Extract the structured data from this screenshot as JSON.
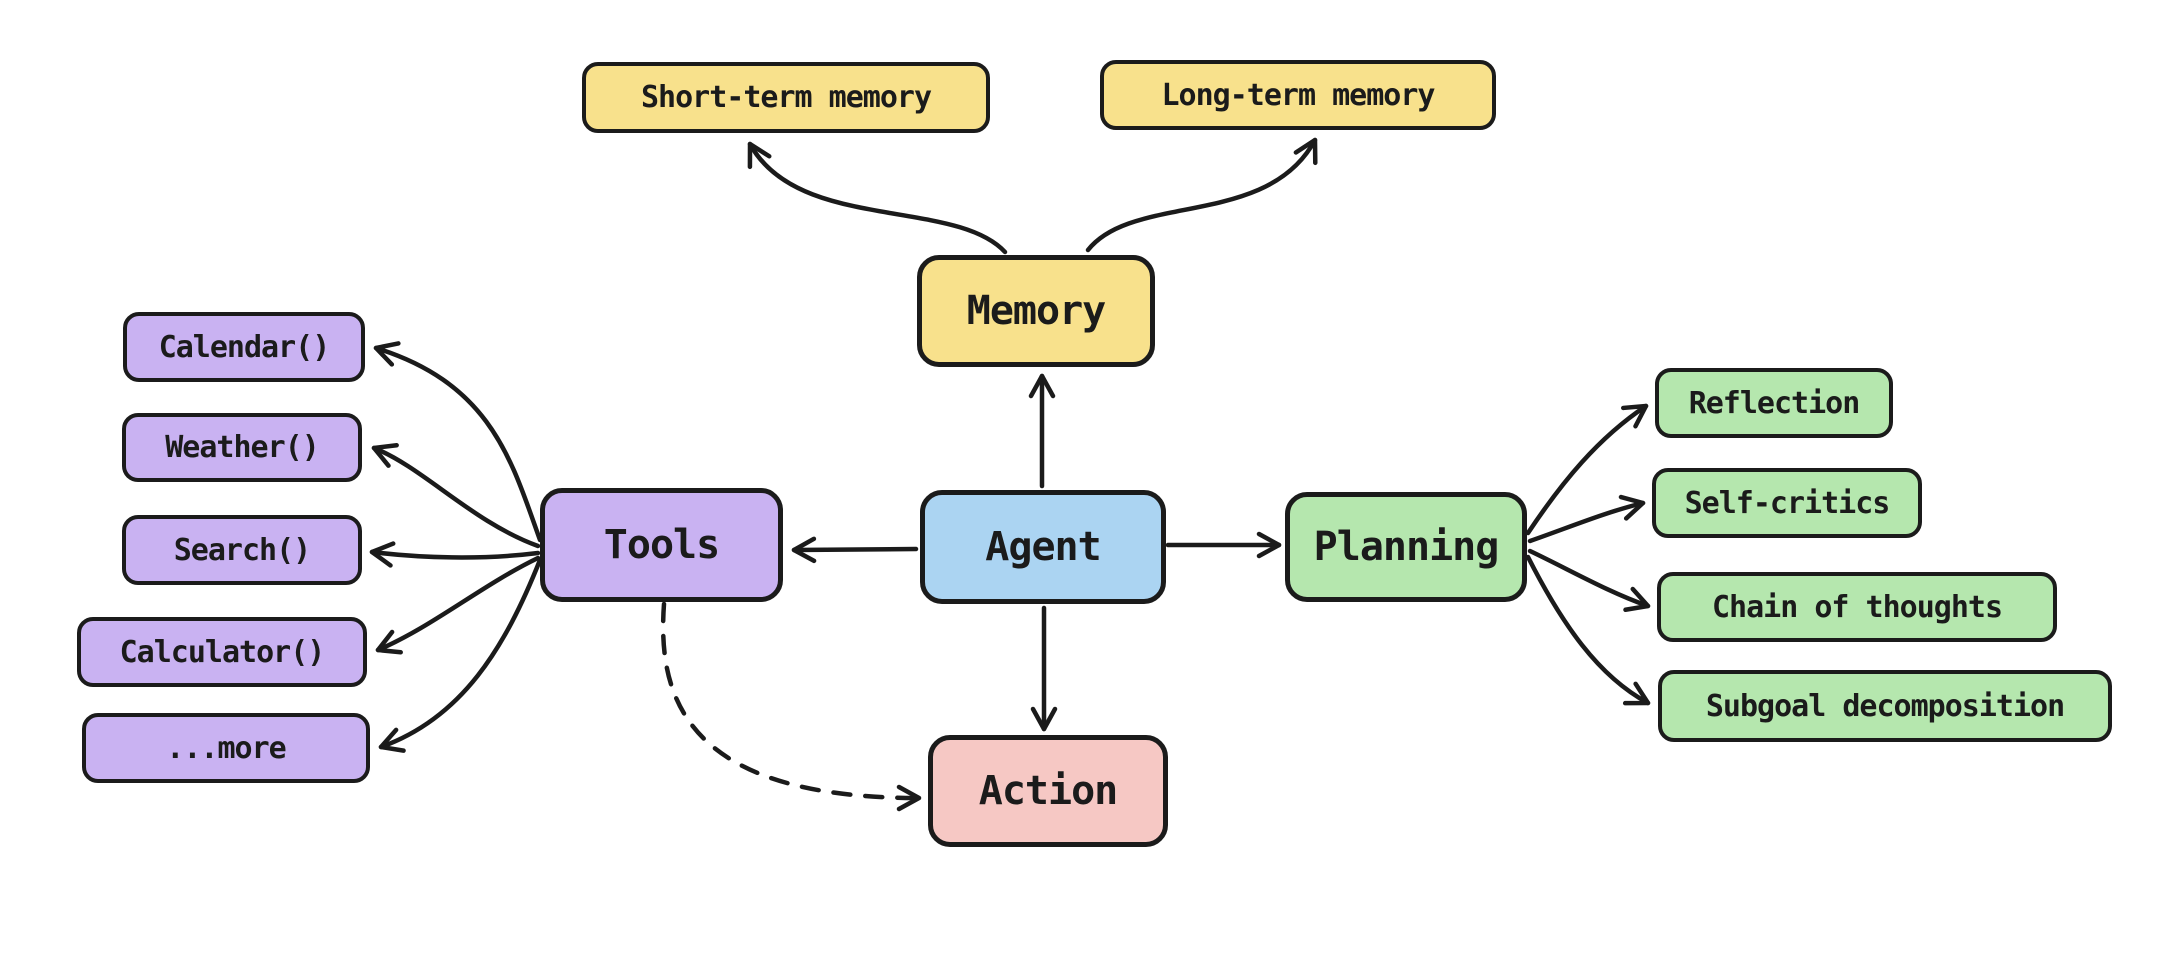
{
  "colors": {
    "stroke": "#1b1b1b",
    "yellow": "#f8e18c",
    "purple": "#c9b2f2",
    "blue": "#abd4f2",
    "green": "#b5e7ae",
    "pink": "#f6c8c4"
  },
  "nodes": {
    "agent": {
      "label": "Agent",
      "color": "blue"
    },
    "memory": {
      "label": "Memory",
      "color": "yellow"
    },
    "tools": {
      "label": "Tools",
      "color": "purple"
    },
    "planning": {
      "label": "Planning",
      "color": "green"
    },
    "action": {
      "label": "Action",
      "color": "pink"
    },
    "short_term": {
      "label": "Short-term memory",
      "color": "yellow"
    },
    "long_term": {
      "label": "Long-term memory",
      "color": "yellow"
    },
    "calendar": {
      "label": "Calendar()",
      "color": "purple"
    },
    "weather": {
      "label": "Weather()",
      "color": "purple"
    },
    "search": {
      "label": "Search()",
      "color": "purple"
    },
    "calculator": {
      "label": "Calculator()",
      "color": "purple"
    },
    "more": {
      "label": "...more",
      "color": "purple"
    },
    "reflection": {
      "label": "Reflection",
      "color": "green"
    },
    "self_critics": {
      "label": "Self-critics",
      "color": "green"
    },
    "chain": {
      "label": "Chain of thoughts",
      "color": "green"
    },
    "subgoal": {
      "label": "Subgoal decomposition",
      "color": "green"
    }
  },
  "edges": [
    {
      "from": "Agent",
      "to": "Memory",
      "style": "solid"
    },
    {
      "from": "Agent",
      "to": "Tools",
      "style": "solid"
    },
    {
      "from": "Agent",
      "to": "Planning",
      "style": "solid"
    },
    {
      "from": "Agent",
      "to": "Action",
      "style": "solid"
    },
    {
      "from": "Memory",
      "to": "Short-term memory",
      "style": "solid"
    },
    {
      "from": "Memory",
      "to": "Long-term memory",
      "style": "solid"
    },
    {
      "from": "Tools",
      "to": "Calendar()",
      "style": "solid"
    },
    {
      "from": "Tools",
      "to": "Weather()",
      "style": "solid"
    },
    {
      "from": "Tools",
      "to": "Search()",
      "style": "solid"
    },
    {
      "from": "Tools",
      "to": "Calculator()",
      "style": "solid"
    },
    {
      "from": "Tools",
      "to": "...more",
      "style": "solid"
    },
    {
      "from": "Tools",
      "to": "Action",
      "style": "dashed"
    },
    {
      "from": "Planning",
      "to": "Reflection",
      "style": "solid"
    },
    {
      "from": "Planning",
      "to": "Self-critics",
      "style": "solid"
    },
    {
      "from": "Planning",
      "to": "Chain of thoughts",
      "style": "solid"
    },
    {
      "from": "Planning",
      "to": "Subgoal decomposition",
      "style": "solid"
    }
  ]
}
